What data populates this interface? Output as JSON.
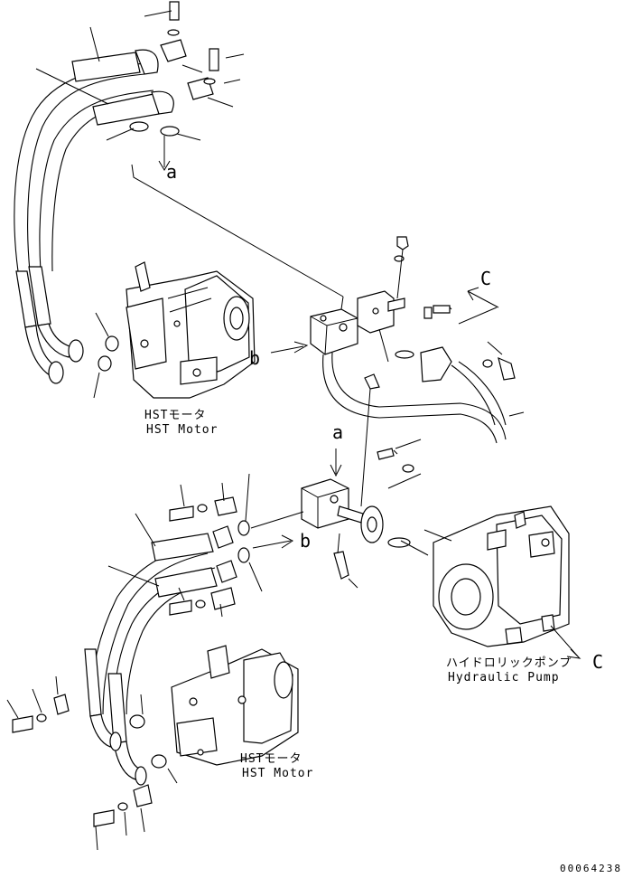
{
  "refs": {
    "a_top": "a",
    "b_left": "b",
    "c_top": "C",
    "a_mid": "a",
    "b_mid": "b",
    "c_right": "C"
  },
  "captions": {
    "motor_top_jp": "HSTモータ",
    "motor_top_en": "HST Motor",
    "pump_jp": "ハイドロリックポンプ",
    "pump_en": "Hydraulic Pump",
    "motor_bottom_jp": "HSTモータ",
    "motor_bottom_en": "HST Motor"
  },
  "drawing_code": "00064238"
}
